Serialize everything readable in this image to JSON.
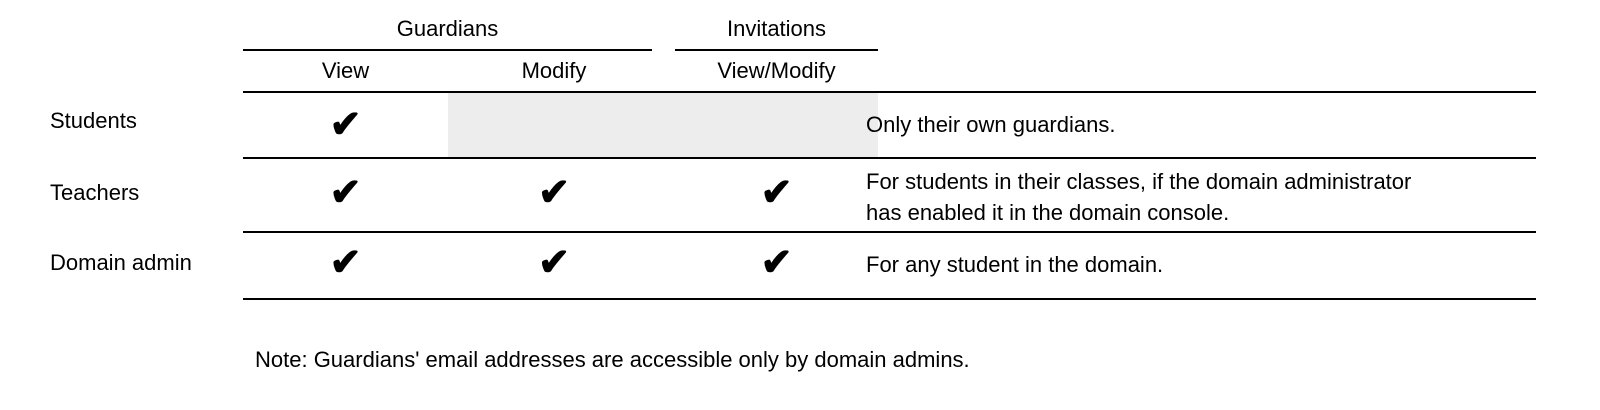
{
  "colors": {
    "background": "#ffffff",
    "text": "#000000",
    "rule": "#000000",
    "disabled_cell": "#ededed"
  },
  "table": {
    "column_groups": [
      {
        "label": "Guardians",
        "columns": [
          "View",
          "Modify"
        ]
      },
      {
        "label": "Invitations",
        "columns": [
          "View/Modify"
        ]
      }
    ],
    "rows": [
      {
        "role": "Students",
        "checks": [
          "✔",
          "",
          ""
        ],
        "note_lines": [
          "Only their own guardians."
        ]
      },
      {
        "role": "Teachers",
        "checks": [
          "✔",
          "✔",
          "✔"
        ],
        "note_lines": [
          "For students in their classes, if the domain administrator",
          "has enabled it in the domain console."
        ]
      },
      {
        "role": "Domain admin",
        "checks": [
          "✔",
          "✔",
          "✔"
        ],
        "note_lines": [
          "For any student in the domain."
        ]
      }
    ]
  },
  "footnote": "Note: Guardians' email addresses are accessible only by domain admins."
}
